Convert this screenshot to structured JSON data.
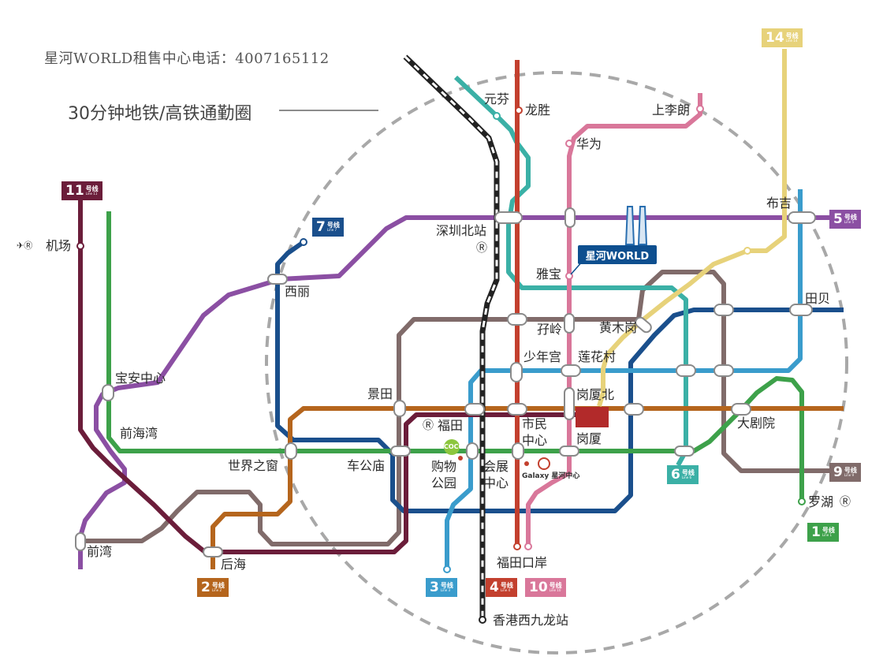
{
  "header": {
    "phone": "星河WORLD租售中心电话：4007165112",
    "commute_title": "30分钟地铁/高铁通勤圈"
  },
  "colors": {
    "line1": "#3da14a",
    "line2": "#b5651d",
    "line3": "#3a9ccc",
    "line4": "#c3402e",
    "line5": "#8b4fa3",
    "line6": "#3bb0a6",
    "line7": "#1a4f8c",
    "line9": "#806b6a",
    "line10": "#d9779a",
    "line11": "#6b1d3a",
    "line14": "#e7d27a",
    "rail": "#222222"
  },
  "lines": [
    {
      "id": "line1",
      "num": "1",
      "cn": "号线",
      "en": "Line 1"
    },
    {
      "id": "line2",
      "num": "2",
      "cn": "号线",
      "en": "Line 2"
    },
    {
      "id": "line3",
      "num": "3",
      "cn": "号线",
      "en": "Line 3"
    },
    {
      "id": "line4",
      "num": "4",
      "cn": "号线",
      "en": "Line 4"
    },
    {
      "id": "line5",
      "num": "5",
      "cn": "号线",
      "en": "Line 5"
    },
    {
      "id": "line6",
      "num": "6",
      "cn": "号线",
      "en": "Line 6"
    },
    {
      "id": "line7",
      "num": "7",
      "cn": "号线",
      "en": "Line 7"
    },
    {
      "id": "line9",
      "num": "9",
      "cn": "号线",
      "en": "Line 9"
    },
    {
      "id": "line10",
      "num": "10",
      "cn": "号线",
      "en": "Line 10"
    },
    {
      "id": "line11",
      "num": "11",
      "cn": "号线",
      "en": "Line 11"
    },
    {
      "id": "line14",
      "num": "14",
      "cn": "号线",
      "en": "Line 14"
    }
  ],
  "stations": {
    "yuanfen": "元芬",
    "longsheng": "龙胜",
    "shanglilang": "上李朗",
    "huawei": "华为",
    "jichang": "机场",
    "buji": "布吉",
    "shenzhenbei": "深圳北站",
    "yabao": "雅宝",
    "xili": "西丽",
    "tianbei": "田贝",
    "ziling": "孖岭",
    "huangmugang": "黄木岗",
    "baoanzhongxin": "宝安中心",
    "shaoniangong": "少年宫",
    "lianhuacun": "莲花村",
    "jingtian": "景田",
    "gangxiabei": "岗厦北",
    "futian": "福田",
    "shimin": "市民",
    "zhongxin": "中心",
    "gangxia": "岗厦",
    "dajuyuan": "大剧院",
    "qianhaiwan": "前海湾",
    "shijiezhichuang": "世界之窗",
    "chegongmiao": "车公庙",
    "gouwu": "购物",
    "gongyuan": "公园",
    "huizhan": "会展",
    "huizhan2": "中心",
    "luohu": "罗湖",
    "qianwan": "前湾",
    "houhai": "后海",
    "futiankouan": "福田口岸",
    "xiangganxijiulong": "香港西九龙站"
  },
  "brand": {
    "name": "星河WORLD",
    "mall1": "COCO",
    "mall2": "Galaxy 星河中心"
  }
}
